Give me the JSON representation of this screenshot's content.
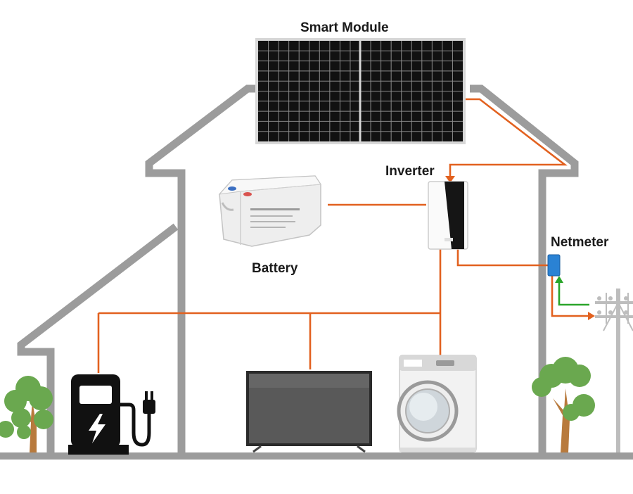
{
  "labels": {
    "smart_module": "Smart Module",
    "inverter": "Inverter",
    "battery": "Battery",
    "netmeter": "Netmeter"
  },
  "colors": {
    "house_outline": "#9c9c9c",
    "power_wire": "#e2611f",
    "grid_wire": "#2aa52a",
    "panel_cell": "#111111",
    "tree_foliage": "#6aa84f",
    "tree_trunk": "#b87a3d",
    "netmeter_box": "#2a82d4"
  },
  "icons": {
    "charger": "ev-charger-icon",
    "bolt": "lightning-bolt-icon",
    "plug": "plug-icon"
  }
}
